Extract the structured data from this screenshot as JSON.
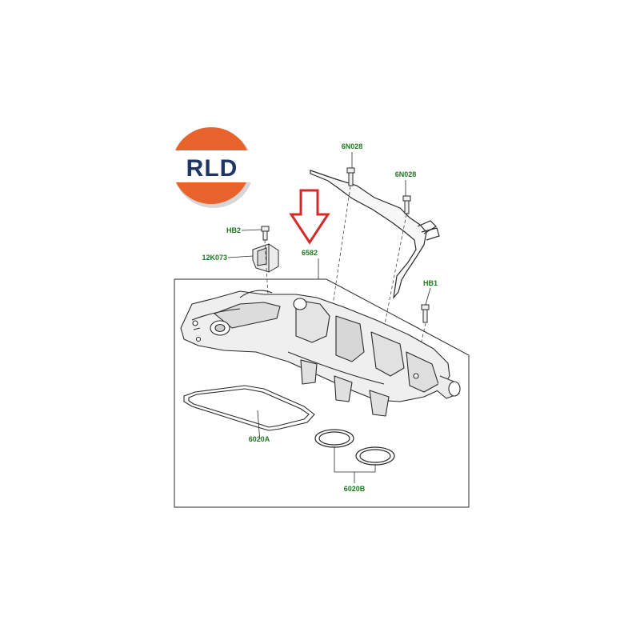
{
  "logo": {
    "text": "RLD",
    "colors": {
      "orange": "#E8632B",
      "navy": "#1F3664",
      "shadow": "#cfcfcf"
    }
  },
  "diagram": {
    "label_color": "#1E7A1E",
    "line_color": "#2a2a2a",
    "highlight_arrow_color": "#D42A2A",
    "highlighted_part": "6582",
    "parts": [
      {
        "id": "hb2",
        "code": "HB2"
      },
      {
        "id": "12k073",
        "code": "12K073"
      },
      {
        "id": "6582",
        "code": "6582"
      },
      {
        "id": "6n028-left",
        "code": "6N028"
      },
      {
        "id": "6n028-right",
        "code": "6N028"
      },
      {
        "id": "hb1",
        "code": "HB1"
      },
      {
        "id": "6020a",
        "code": "6020A"
      },
      {
        "id": "6020b",
        "code": "6020B"
      }
    ]
  }
}
